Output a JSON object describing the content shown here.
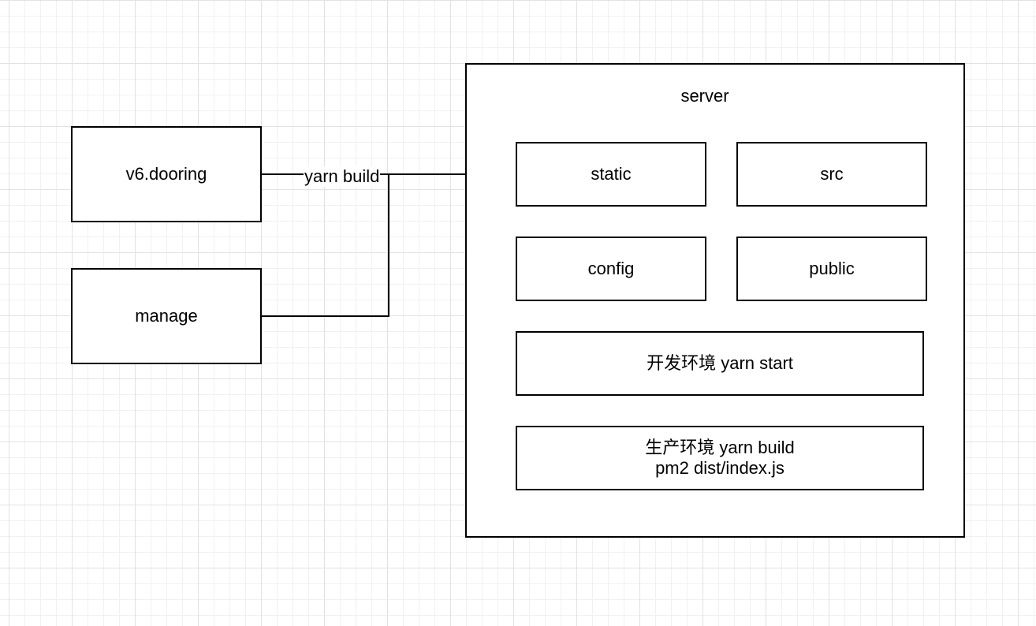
{
  "nodes": {
    "v6_dooring": "v6.dooring",
    "manage": "manage",
    "server": "server",
    "static": "static",
    "src": "src",
    "config": "config",
    "public": "public",
    "dev": "开发环境 yarn start",
    "prod_line1": "生产环境 yarn build",
    "prod_line2": "pm2 dist/index.js"
  },
  "edges": {
    "build_label": "yarn build"
  },
  "colors": {
    "stroke": "#000000",
    "fill": "#ffffff",
    "grid": "#e2e2e2"
  }
}
